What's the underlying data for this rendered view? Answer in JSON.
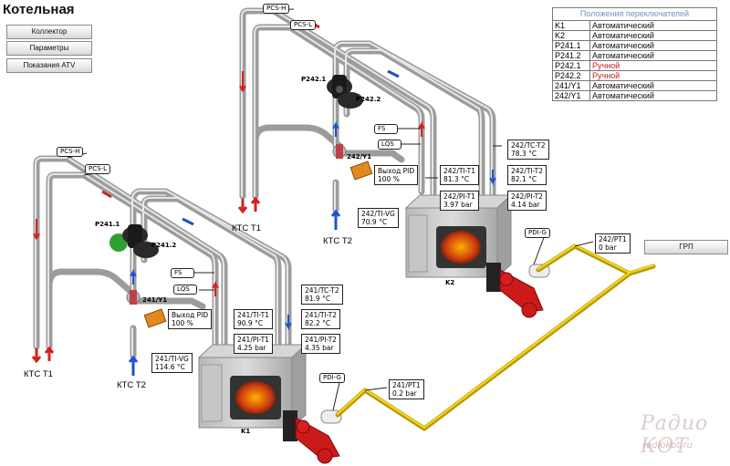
{
  "title": "Котельная",
  "buttons": {
    "collector": "Коллектор",
    "params": "Параметры",
    "atv": "Показания ATV",
    "grp": "ГРП"
  },
  "switch_table": {
    "header": "Положения переключателей",
    "rows": [
      {
        "name": "K1",
        "state": "Автоматический",
        "mode": "auto"
      },
      {
        "name": "K2",
        "state": "Автоматический",
        "mode": "auto"
      },
      {
        "name": "P241.1",
        "state": "Автоматический",
        "mode": "auto"
      },
      {
        "name": "P241.2",
        "state": "Автоматический",
        "mode": "auto"
      },
      {
        "name": "P242.1",
        "state": "Ручной",
        "mode": "manual"
      },
      {
        "name": "P242.2",
        "state": "Ручной",
        "mode": "manual"
      },
      {
        "name": "241/Y1",
        "state": "Автоматический",
        "mode": "auto"
      },
      {
        "name": "242/Y1",
        "state": "Автоматический",
        "mode": "auto"
      }
    ]
  },
  "k1": {
    "name": "K1",
    "tags": {
      "pcs_h": "PCS-H",
      "pcs_l": "PCS-L",
      "fs": "FS",
      "lqs": "LQS",
      "pdi_g": "PDI-G"
    },
    "pump1": "P241.1",
    "pump2": "P241.2",
    "valve": "241/Y1",
    "ktc_t1": "КТС Т1",
    "ktc_t2": "КТС Т2",
    "pid": {
      "label": "Выход PID",
      "value": "100 %"
    },
    "tc_t2": {
      "label": "241/TC-T2",
      "value": "81.9 °C"
    },
    "ti_t1": {
      "label": "241/TI-T1",
      "value": "90.9 °C"
    },
    "ti_t2": {
      "label": "241/TI-T2",
      "value": "82.2 °C"
    },
    "pi_t1": {
      "label": "241/PI-T1",
      "value": "4.25 bar"
    },
    "pi_t2": {
      "label": "241/PI-T2",
      "value": "4.35 bar"
    },
    "ti_vg": {
      "label": "241/TI-VG",
      "value": "114.6 °C"
    },
    "pt1": {
      "label": "241/PT1",
      "value": "0.2 bar"
    }
  },
  "k2": {
    "name": "K2",
    "tags": {
      "pcs_h": "PCS-H",
      "pcs_l": "PCS-L",
      "fs": "FS",
      "lqs": "LQS",
      "pdi_g": "PDI-G"
    },
    "pump1": "P242.1",
    "pump2": "P242.2",
    "valve": "242/Y1",
    "ktc_t1": "КТС Т1",
    "ktc_t2": "КТС Т2",
    "pid": {
      "label": "Выход PID",
      "value": "100 %"
    },
    "tc_t2": {
      "label": "242/TC-T2",
      "value": "78.3 °C"
    },
    "ti_t1": {
      "label": "242/TI-T1",
      "value": "81.3 °C"
    },
    "ti_t2": {
      "label": "242/TI-T2",
      "value": "82.1 °C"
    },
    "pi_t1": {
      "label": "242/PI-T1",
      "value": "3.97 bar"
    },
    "pi_t2": {
      "label": "242/PI-T2",
      "value": "4.14 bar"
    },
    "ti_vg": {
      "label": "242/TI-VG",
      "value": "70.9 °C"
    },
    "pt1": {
      "label": "242/PT1",
      "value": "0 bar"
    }
  },
  "watermark": {
    "line1": "Радио КОТ",
    "line2": "radiokot.ru"
  },
  "colors": {
    "pipe": "#a8a8a8",
    "gas": "#e8c000",
    "supply_arrow": "#d42020",
    "return_arrow": "#2050d0",
    "manual": "#d01818",
    "boiler": "#c9c9c9",
    "burner": "#cc1a1a"
  }
}
